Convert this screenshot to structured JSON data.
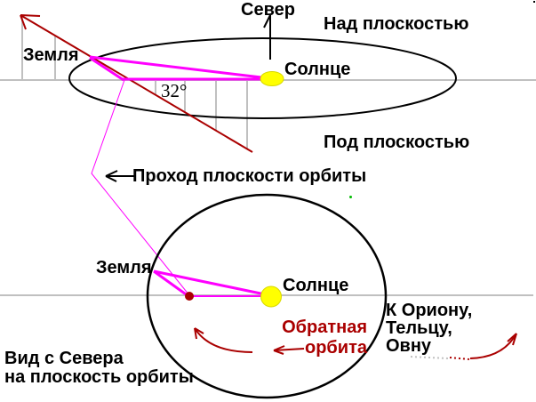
{
  "colors": {
    "magenta": "#ff00ff",
    "dark_red": "#aa0000",
    "plane_gray": "#c0c0c0",
    "sun_yellow": "#ffff00",
    "sun_border": "#d8d800",
    "green_dot": "#00bb00"
  },
  "top_view": {
    "north_label": "Север",
    "above_plane_label": "Над плоскостью",
    "below_plane_label": "Под плоскостью",
    "earth_label": "Земля",
    "sun_label": "Солнце",
    "inclination_angle": "32°",
    "orbit_plane_note": "Проход плоскости орбиты"
  },
  "bottom_view": {
    "earth_label": "Земля",
    "sun_label": "Солнце",
    "retrograde_line1": "Обратная",
    "retrograde_line2": "орбита",
    "direction_line1": "К Ориону,",
    "direction_line2": "Тельцу,",
    "direction_line3": "Овну",
    "caption_line1": "Вид с Севера",
    "caption_line2": "на плоскость орбиты"
  }
}
